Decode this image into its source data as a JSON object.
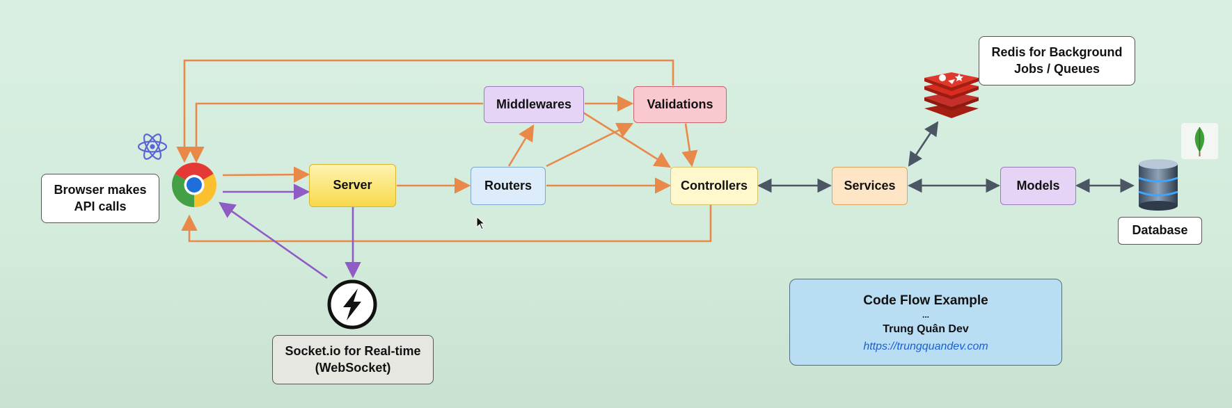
{
  "nodes": {
    "browser": "Browser makes\nAPI calls",
    "server": "Server",
    "routers": "Routers",
    "middlewares": "Middlewares",
    "validations": "Validations",
    "controllers": "Controllers",
    "services": "Services",
    "models": "Models",
    "database": "Database",
    "redis": "Redis for Background\nJobs / Queues",
    "socketio": "Socket.io for Real-time\n(WebSocket)"
  },
  "code_flow": {
    "title": "Code Flow Example",
    "dots": "...",
    "author": "Trung Quân Dev",
    "link": "https://trungquandev.com"
  },
  "colors": {
    "orange_arrow": "#e8894a",
    "purple_arrow": "#8f5bc4",
    "gray_arrow": "#4b5563",
    "background": "#d9efe2"
  },
  "icons": [
    "react-icon",
    "chrome-icon",
    "socketio-icon",
    "redis-icon",
    "mongodb-icon",
    "database-icon",
    "cursor-icon"
  ]
}
